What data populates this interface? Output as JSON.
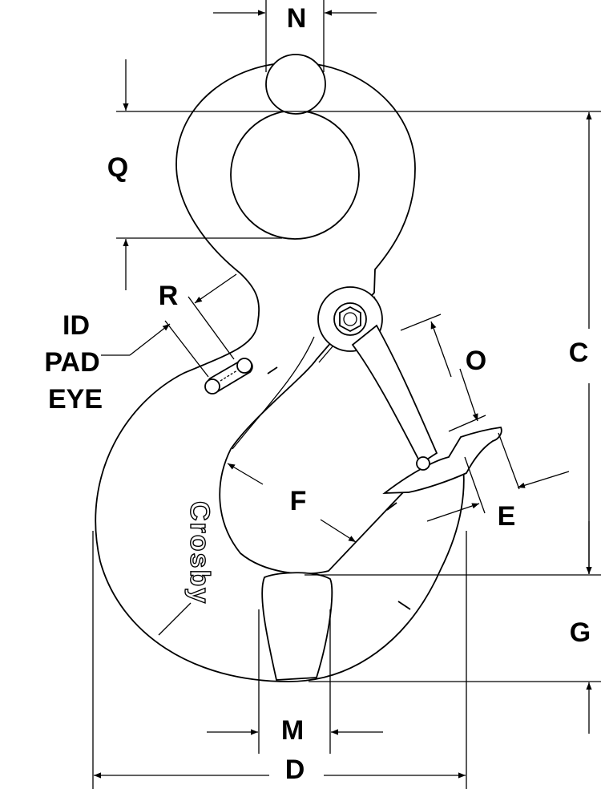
{
  "labels": {
    "n": "N",
    "q": "Q",
    "r": "R",
    "id_pad_eye": [
      "ID",
      "PAD",
      "EYE"
    ],
    "o": "O",
    "c": "C",
    "f": "F",
    "e": "E",
    "g": "G",
    "m": "M",
    "d": "D"
  },
  "logo_text": "Crosby",
  "colors": {
    "ink": "#000000",
    "paper": "#ffffff"
  }
}
